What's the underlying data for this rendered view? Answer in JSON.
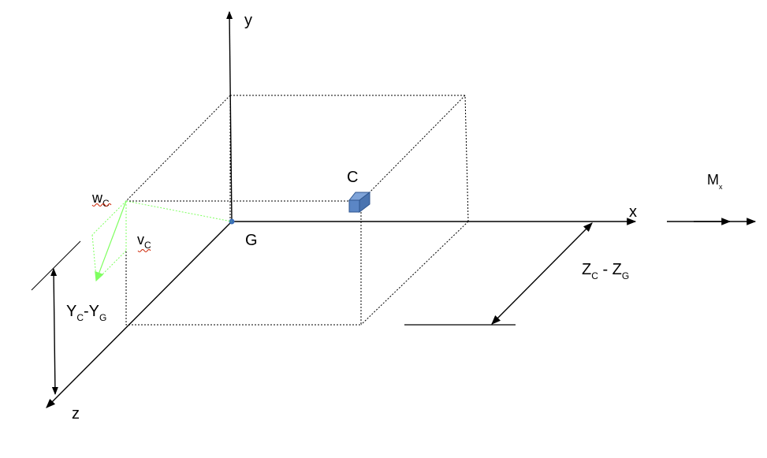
{
  "labels": {
    "y_axis": "y",
    "x_axis": "x",
    "z_axis": "z",
    "origin": "G",
    "point_c": "C",
    "w": "w",
    "w_sub": "C",
    "v": "v",
    "v_sub": "C",
    "y_diff_a": "Y",
    "y_diff_a_sub": "C",
    "y_diff_mid": "-Y",
    "y_diff_b_sub": "G",
    "z_diff_a": "Z",
    "z_diff_a_sub": "C",
    "z_diff_mid": " - Z",
    "z_diff_b_sub": "G",
    "moment": "M",
    "moment_sub": "x"
  },
  "colors": {
    "axis": "#000000",
    "green_vector": "#7fff60",
    "point_c_fill": "#5b86c5",
    "point_c_stroke": "#2f568f",
    "origin_point": "#3b6fb8",
    "spellcheck_underline": "#cc2200"
  }
}
